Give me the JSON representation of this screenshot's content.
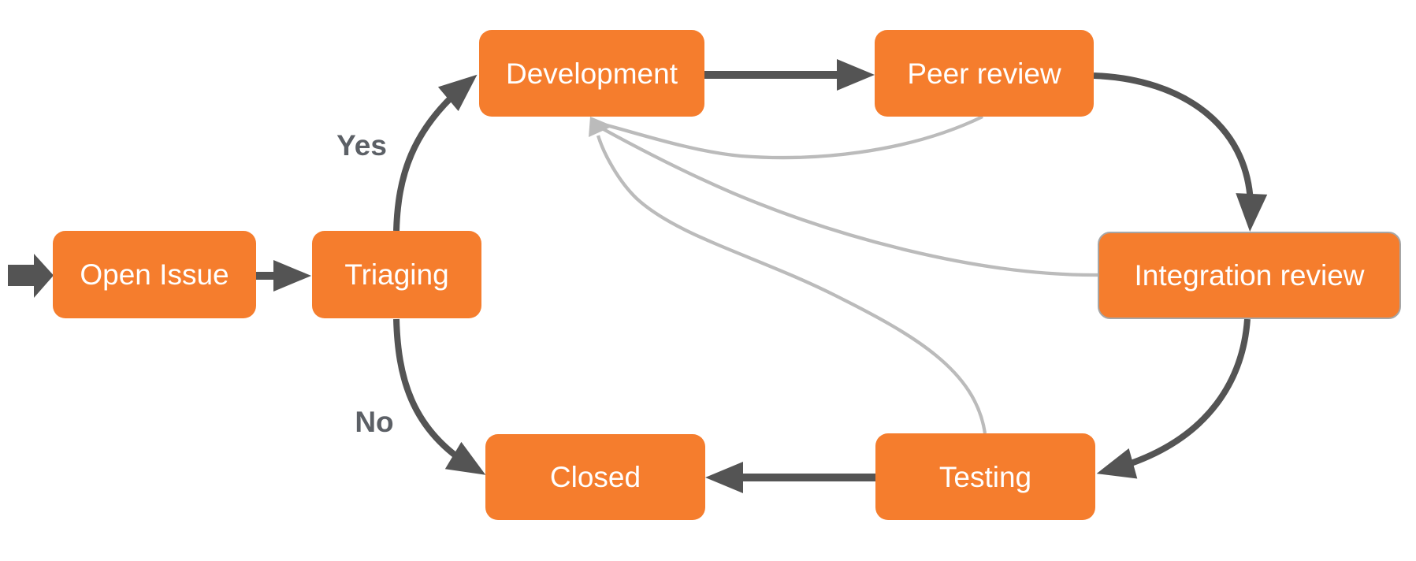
{
  "diagram": {
    "type": "flowchart",
    "nodes": [
      {
        "id": "open-issue",
        "label": "Open Issue"
      },
      {
        "id": "triaging",
        "label": "Triaging"
      },
      {
        "id": "development",
        "label": "Development"
      },
      {
        "id": "peer-review",
        "label": "Peer review"
      },
      {
        "id": "integration-review",
        "label": "Integration review"
      },
      {
        "id": "testing",
        "label": "Testing"
      },
      {
        "id": "closed",
        "label": "Closed"
      }
    ],
    "edges": [
      {
        "from": "start",
        "to": "open-issue",
        "label": ""
      },
      {
        "from": "open-issue",
        "to": "triaging",
        "label": ""
      },
      {
        "from": "triaging",
        "to": "development",
        "label": "Yes"
      },
      {
        "from": "development",
        "to": "peer-review",
        "label": ""
      },
      {
        "from": "peer-review",
        "to": "integration-review",
        "label": ""
      },
      {
        "from": "integration-review",
        "to": "testing",
        "label": ""
      },
      {
        "from": "testing",
        "to": "closed",
        "label": ""
      },
      {
        "from": "triaging",
        "to": "closed",
        "label": "No"
      },
      {
        "from": "peer-review",
        "to": "development",
        "type": "feedback"
      },
      {
        "from": "integration-review",
        "to": "development",
        "type": "feedback"
      },
      {
        "from": "testing",
        "to": "development",
        "type": "feedback"
      }
    ],
    "colors": {
      "node_fill": "#f57d2d",
      "node_text": "#ffffff",
      "node_border": "#a6a6a6",
      "edge_dark": "#545454",
      "edge_light": "#bbbbbb",
      "label_text": "#5c6066"
    }
  }
}
